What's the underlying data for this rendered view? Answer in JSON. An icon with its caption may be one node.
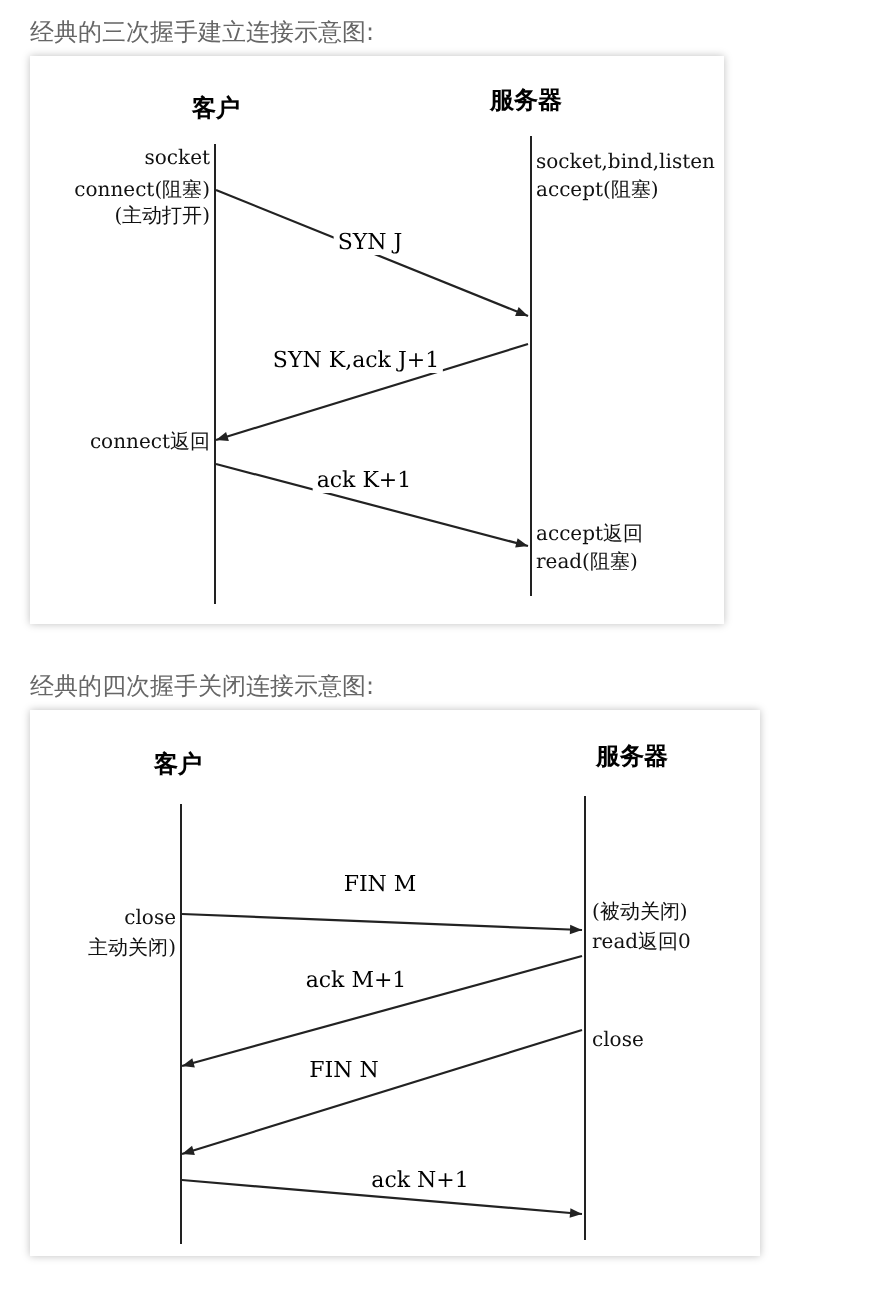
{
  "diagram": {
    "nodes": [
      {
        "text": [
          "客户"
        ],
        "beside": [
          "socket",
          "connect(阻塞)",
          "(主动打开)",
          "connect返回"
        ]
      },
      {
        "text": [
          "服务器"
        ],
        "beside": [
          "socket,bind,listen",
          "accept(阻塞)",
          "accept返回",
          "read(阻塞)"
        ]
      },
      {
        "text": [
          "客户"
        ],
        "beside": [
          "close",
          "主动关闭)"
        ]
      },
      {
        "text": [
          "服务器"
        ],
        "beside": [
          "(被动关闭)",
          "read返回0",
          "close"
        ]
      }
    ],
    "edges": [
      {
        "from": 0,
        "to": 1,
        "arrow": "to",
        "label": "SYN J"
      },
      {
        "from": 1,
        "to": 0,
        "arrow": "to",
        "label": "SYN K,ack J+1"
      },
      {
        "from": 0,
        "to": 1,
        "arrow": "to",
        "label": "ack K+1"
      },
      {
        "from": 2,
        "to": 3,
        "arrow": "to",
        "label": "FIN M"
      },
      {
        "from": 3,
        "to": 2,
        "arrow": "to",
        "label": "ack M+1"
      },
      {
        "from": 3,
        "to": 2,
        "arrow": "to",
        "label": "FIN N"
      },
      {
        "from": 2,
        "to": 3,
        "arrow": "to",
        "label": "ack N+1"
      }
    ],
    "labels": [
      "经典的三次握手建立连接示意图:",
      "经典的四次握手关闭连接示意图:"
    ]
  }
}
